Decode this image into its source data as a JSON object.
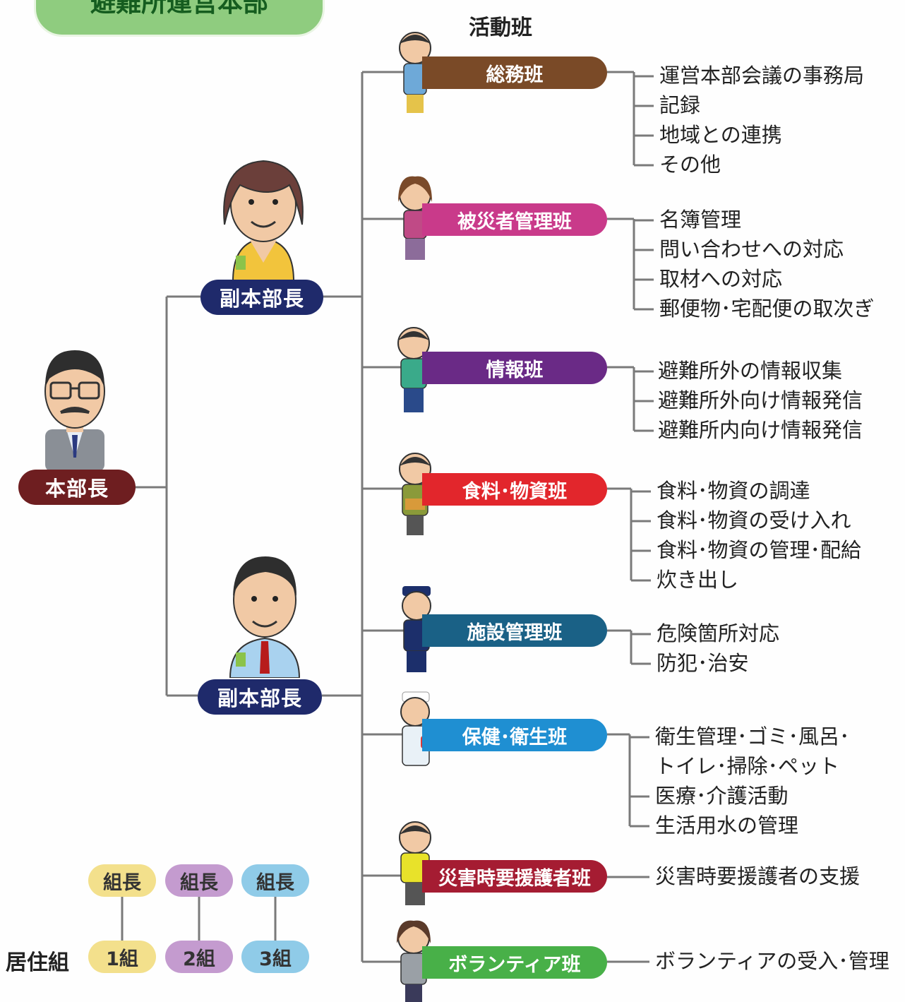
{
  "header": {
    "title": "避難所運営本部"
  },
  "activity_heading": "活動班",
  "chief": {
    "label": "本部長"
  },
  "deputies": [
    {
      "label": "副本部長"
    },
    {
      "label": "副本部長"
    }
  ],
  "teams": [
    {
      "name": "総務班",
      "color": "#7a4a27",
      "duties": [
        "運営本部会議の事務局",
        "記録",
        "地域との連携",
        "その他"
      ]
    },
    {
      "name": "被災者管理班",
      "color": "#c93a8a",
      "duties": [
        "名簿管理",
        "問い合わせへの対応",
        "取材への対応",
        "郵便物･宅配便の取次ぎ"
      ]
    },
    {
      "name": "情報班",
      "color": "#6a2a86",
      "duties": [
        "避難所外の情報収集",
        "避難所外向け情報発信",
        "避難所内向け情報発信"
      ]
    },
    {
      "name": "食料･物資班",
      "color": "#e2262c",
      "duties": [
        "食料･物資の調達",
        "食料･物資の受け入れ",
        "食料･物資の管理･配給",
        "炊き出し"
      ]
    },
    {
      "name": "施設管理班",
      "color": "#1a6186",
      "duties": [
        "危険箇所対応",
        "防犯･治安"
      ]
    },
    {
      "name": "保健･衛生班",
      "color": "#1f8fd2",
      "duties": [
        "衛生管理･ゴミ･風呂･",
        "トイレ･掃除･ペット",
        "医療･介護活動",
        "生活用水の管理"
      ]
    },
    {
      "name": "災害時要援護者班",
      "color": "#a51c32",
      "duties": [
        "災害時要援護者の支援"
      ]
    },
    {
      "name": "ボランティア班",
      "color": "#48b048",
      "duties": [
        "ボランティアの受入･管理"
      ]
    }
  ],
  "residents": {
    "label": "居住組",
    "leaders": [
      "組長",
      "組長",
      "組長"
    ],
    "groups": [
      "1組",
      "2組",
      "3組"
    ],
    "colors": [
      "#f3e08c",
      "#c49bcf",
      "#8fcbe8"
    ]
  }
}
